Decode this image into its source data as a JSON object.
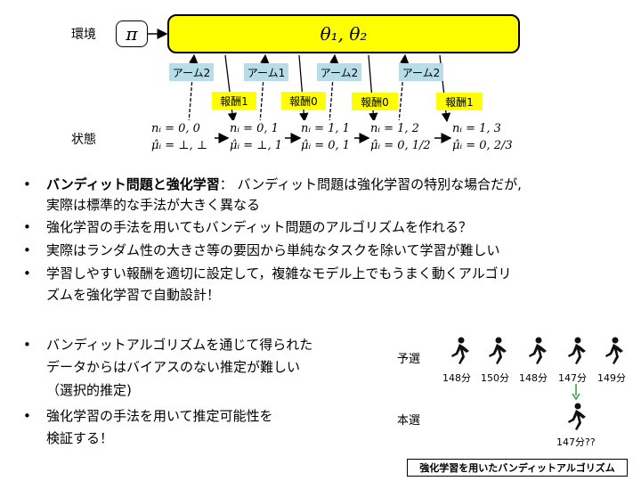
{
  "diagram": {
    "env_label": "環境",
    "state_label": "状態",
    "policy_symbol": "π",
    "env_params": "θ₁, θ₂",
    "arms": [
      "アーム2",
      "アーム1",
      "アーム2",
      "アーム2"
    ],
    "rewards": [
      "報酬1",
      "報酬0",
      "報酬0",
      "報酬1"
    ],
    "states": [
      {
        "n": "nᵢ = 0, 0",
        "mu": "μ̂ᵢ = ⊥, ⊥"
      },
      {
        "n": "nᵢ = 0, 1",
        "mu": "μ̂ᵢ = ⊥, 1"
      },
      {
        "n": "nᵢ = 1, 1",
        "mu": "μ̂ᵢ = 0, 1"
      },
      {
        "n": "nᵢ = 1, 2",
        "mu": "μ̂ᵢ = 0, 1/2"
      },
      {
        "n": "nᵢ = 1, 3",
        "mu": "μ̂ᵢ = 0, 2/3"
      }
    ],
    "colors": {
      "env": "#ffff00",
      "arm": "#b7dde8",
      "reward": "#ffff00"
    }
  },
  "bullets_top": [
    {
      "bold": "バンディット問題と強化学習",
      "rest": "： バンディット問題は強化学習の特別な場合だが,",
      "cont": "実際は標準的な手法が大きく異なる"
    },
    {
      "bold": "",
      "rest": "強化学習の手法を用いてもバンディット問題のアルゴリズムを作れる？",
      "cont": ""
    },
    {
      "bold": "",
      "rest": "実際はランダム性の大きさ等の要因から単純なタスクを除いて学習が難しい",
      "cont": ""
    },
    {
      "bold": "",
      "rest": "学習しやすい報酬を適切に設定して，複雑なモデル上でもうまく動くアルゴリ",
      "cont": "ズムを強化学習で自動設計！"
    }
  ],
  "bullets_bottom": [
    {
      "line1": "バンディットアルゴリズムを通じて得られた",
      "line2": "データからはバイアスのない推定が難しい",
      "line3": "（選択的推定)"
    },
    {
      "line1": "強化学習の手法を用いて推定可能性を",
      "line2": "検証する！",
      "line3": ""
    }
  ],
  "race": {
    "qualifier_label": "予選",
    "final_label": "本選",
    "qualifier_times": [
      "148分",
      "150分",
      "148分",
      "147分",
      "149分"
    ],
    "final_time": "147分??",
    "arrow_color": "#2e9e3e"
  },
  "bullet_symbol": "•",
  "caption": "強化学習を用いたバンディットアルゴリズム"
}
